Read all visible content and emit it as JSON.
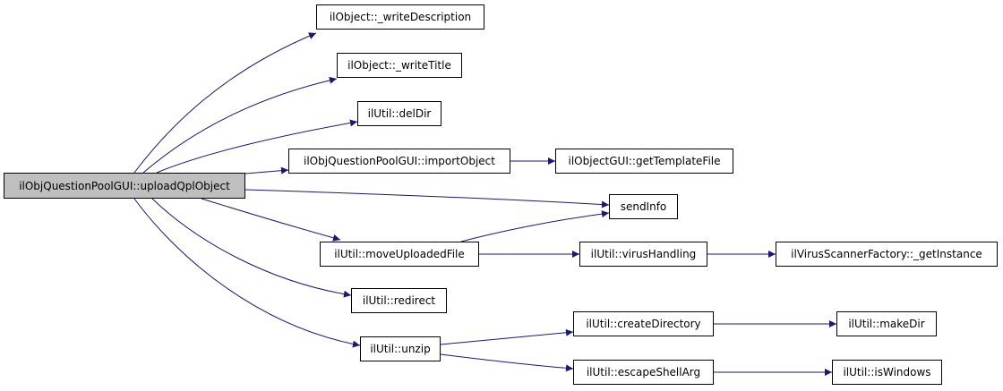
{
  "diagram": {
    "type": "call-graph",
    "root": "ilObjQuestionPoolGUI::uploadQplObject",
    "colors": {
      "edge": "#191970",
      "node_border": "#000000",
      "node_fill": "#ffffff",
      "root_fill": "#bfbfbf"
    },
    "nodes": {
      "root": "ilObjQuestionPoolGUI::uploadQplObject",
      "write_description": "ilObject::_writeDescription",
      "write_title": "ilObject::_writeTitle",
      "del_dir": "ilUtil::delDir",
      "import_object": "ilObjQuestionPoolGUI::importObject",
      "get_template_file": "ilObjectGUI::getTemplateFile",
      "send_info": "sendInfo",
      "move_uploaded_file": "ilUtil::moveUploadedFile",
      "virus_handling": "ilUtil::virusHandling",
      "get_instance": "ilVirusScannerFactory::_getInstance",
      "redirect": "ilUtil::redirect",
      "unzip": "ilUtil::unzip",
      "create_directory": "ilUtil::createDirectory",
      "make_dir": "ilUtil::makeDir",
      "escape_shell_arg": "ilUtil::escapeShellArg",
      "is_windows": "ilUtil::isWindows"
    },
    "edges": [
      [
        "root",
        "write_description"
      ],
      [
        "root",
        "write_title"
      ],
      [
        "root",
        "del_dir"
      ],
      [
        "root",
        "import_object"
      ],
      [
        "root",
        "send_info"
      ],
      [
        "root",
        "move_uploaded_file"
      ],
      [
        "root",
        "redirect"
      ],
      [
        "root",
        "unzip"
      ],
      [
        "import_object",
        "get_template_file"
      ],
      [
        "move_uploaded_file",
        "send_info"
      ],
      [
        "move_uploaded_file",
        "virus_handling"
      ],
      [
        "virus_handling",
        "get_instance"
      ],
      [
        "unzip",
        "create_directory"
      ],
      [
        "unzip",
        "escape_shell_arg"
      ],
      [
        "create_directory",
        "make_dir"
      ],
      [
        "escape_shell_arg",
        "is_windows"
      ]
    ]
  }
}
